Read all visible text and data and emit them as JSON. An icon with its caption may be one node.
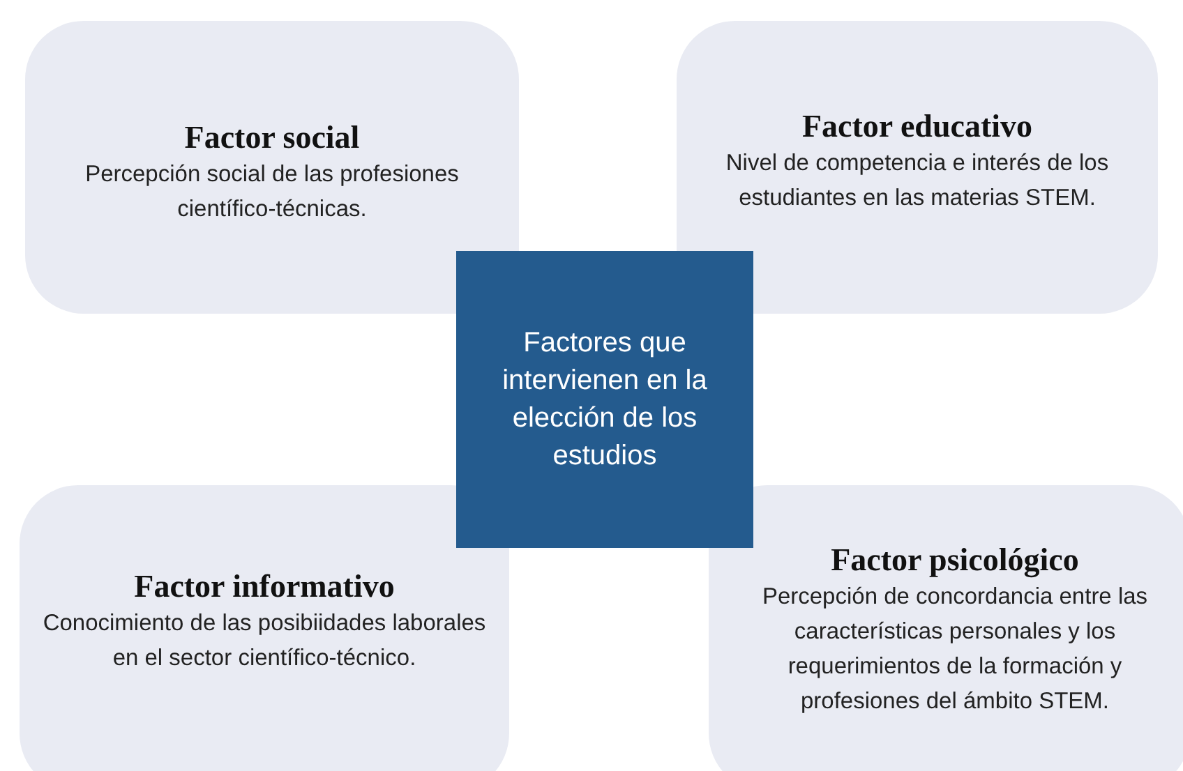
{
  "diagram": {
    "nodes": [
      {
        "text": [
          "Factor social",
          "Percepción social de las profesiones científico-técnicas."
        ]
      },
      {
        "text": [
          "Factor educativo",
          "Nivel de competencia e interés de los estudiantes en las materias STEM."
        ]
      },
      {
        "text": [
          "Factores que intervienen en la elección de los estudios"
        ]
      },
      {
        "text": [
          "Factor informativo",
          "Conocimiento de las posibiidades laborales en el sector científico-técnico."
        ]
      },
      {
        "text": [
          "Factor psicológico",
          "Percepción de concordancia entre las características personales y los requerimientos de la formación y profesiones del ámbito STEM."
        ]
      }
    ]
  }
}
